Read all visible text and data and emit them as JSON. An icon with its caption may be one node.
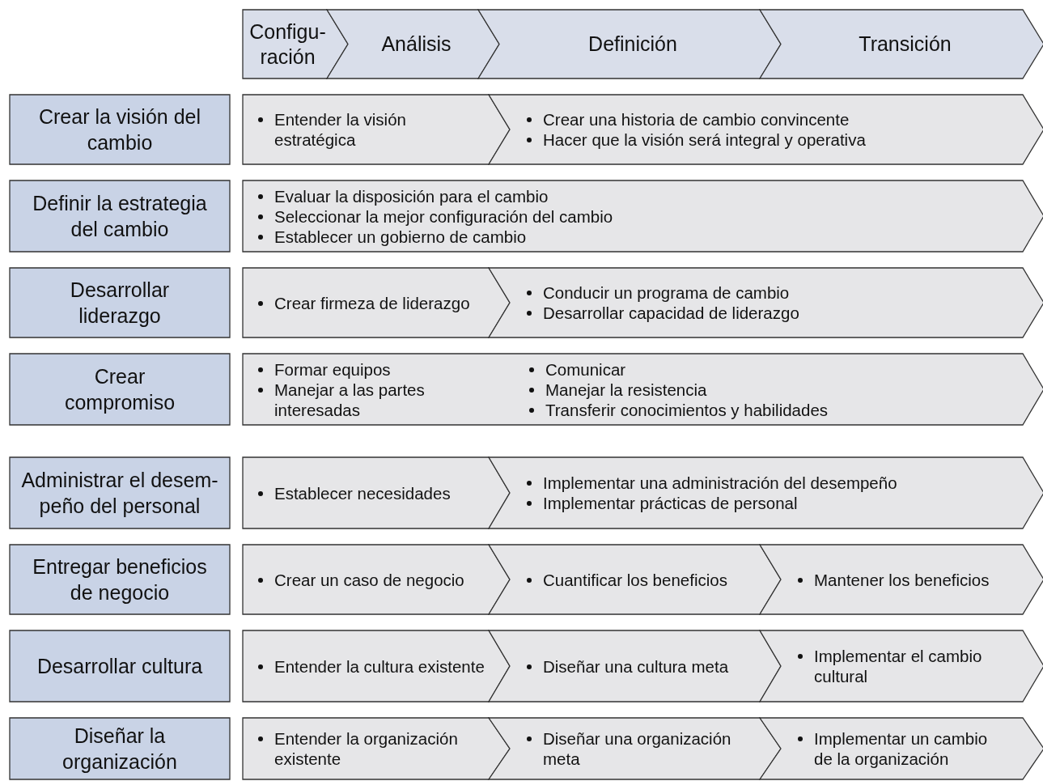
{
  "diagram": {
    "nodes": [
      {
        "text": [
          "Configu-ración"
        ]
      },
      {
        "text": [
          "Análisis"
        ]
      },
      {
        "text": [
          "Definición"
        ]
      },
      {
        "text": [
          "Transición"
        ]
      },
      {
        "text": [
          "Crear la visión del cambio"
        ]
      },
      {
        "text": [
          "Entender la visión estratégica"
        ]
      },
      {
        "text": [
          "Crear una historia de cambio convincente",
          "Hacer que la visión será integral y operativa"
        ]
      },
      {
        "text": [
          "Definir la estrategia del cambio"
        ]
      },
      {
        "text": [
          "Evaluar la disposición para el cambio",
          "Seleccionar la mejor configuración del cambio",
          "Establecer un gobierno de cambio"
        ]
      },
      {
        "text": [
          "Desarrollar liderazgo"
        ]
      },
      {
        "text": [
          "Crear firmeza de liderazgo"
        ]
      },
      {
        "text": [
          "Conducir un programa de cambio",
          "Desarrollar capacidad de liderazgo"
        ]
      },
      {
        "text": [
          "Crear compromiso"
        ]
      },
      {
        "text": [
          "Formar equipos",
          "Manejar a las partes interesadas",
          "Comunicar",
          "Manejar la resistencia",
          "Transferir conocimientos y habilidades"
        ]
      },
      {
        "text": [
          "Administrar el desem-peño del personal"
        ]
      },
      {
        "text": [
          "Establecer necesidades"
        ]
      },
      {
        "text": [
          "Implementar una administración del desempeño",
          "Implementar prácticas de personal"
        ]
      },
      {
        "text": [
          "Entregar beneficios de negocio"
        ]
      },
      {
        "text": [
          "Crear un caso de negocio"
        ]
      },
      {
        "text": [
          "Cuantificar los beneficios"
        ]
      },
      {
        "text": [
          "Mantener los beneficios"
        ]
      },
      {
        "text": [
          "Desarrollar cultura"
        ]
      },
      {
        "text": [
          "Entender la cultura existente"
        ]
      },
      {
        "text": [
          "Diseñar una cultura meta"
        ]
      },
      {
        "text": [
          "Implementar el cambio cultural"
        ]
      },
      {
        "text": [
          "Diseñar la organización"
        ]
      },
      {
        "text": [
          "Entender la organización existente"
        ]
      },
      {
        "text": [
          "Diseñar una organización meta"
        ]
      },
      {
        "text": [
          "Implementar un cambio de la organización"
        ]
      }
    ]
  }
}
